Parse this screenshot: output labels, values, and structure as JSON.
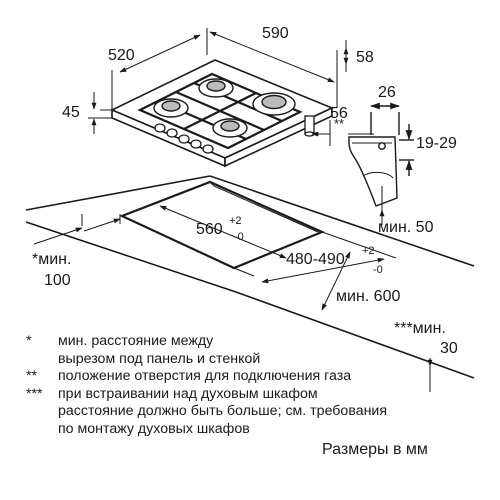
{
  "dims": {
    "d520": "520",
    "d590": "590",
    "d58": "58",
    "d45": "45",
    "d26": "26",
    "d56": "56",
    "d2star": "**",
    "d19_29": "19-29",
    "min50": "мин. 50",
    "cut_w": "560",
    "cut_w_tol_up": "+2",
    "cut_w_tol_dn": "-0",
    "cut_d": "480-490",
    "cut_d_tol_up": "+2",
    "cut_d_tol_dn": "-0",
    "min100_a": "*мин.",
    "min100_b": "100",
    "min600": "мин. 600",
    "min30_a": "***мин.",
    "min30_b": "30"
  },
  "notes": [
    {
      "mark": "*",
      "lines": [
        "мин. расстояние между",
        "вырезом под панель и стенкой"
      ]
    },
    {
      "mark": "**",
      "lines": [
        "положение отверстия для подключения газа"
      ]
    },
    {
      "mark": "***",
      "lines": [
        "при встраивании над духовым шкафом",
        "расстояние должно быть больше; см. требования",
        "по монтажу духовых шкафов"
      ]
    }
  ],
  "caption": "Размеры в мм",
  "colors": {
    "line": "#1a1a1a",
    "fill": "#ffffff"
  }
}
